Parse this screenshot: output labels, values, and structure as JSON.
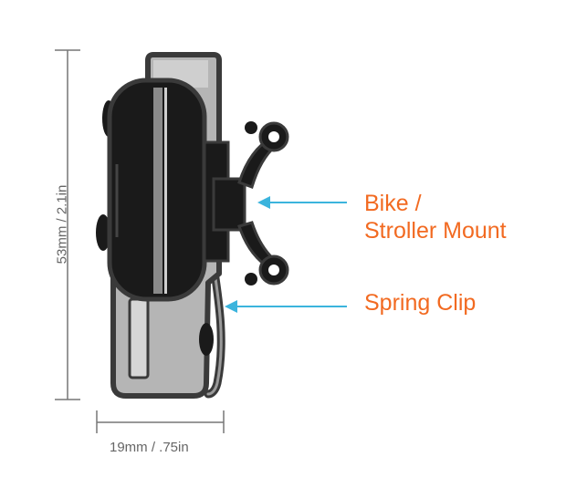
{
  "labels": {
    "bike_mount_line1": "Bike /",
    "bike_mount_line2": "Stroller Mount",
    "spring_clip": "Spring Clip"
  },
  "dimensions": {
    "height": "53mm / 2.1in",
    "width": "19mm /  .75in"
  },
  "colors": {
    "label": "#f26a21",
    "arrow": "#3bb4dd",
    "dimension": "#666666",
    "outline": "#3a3a3a",
    "body_gray": "#b3b3b3",
    "light_unit": "#1a1a1a"
  }
}
